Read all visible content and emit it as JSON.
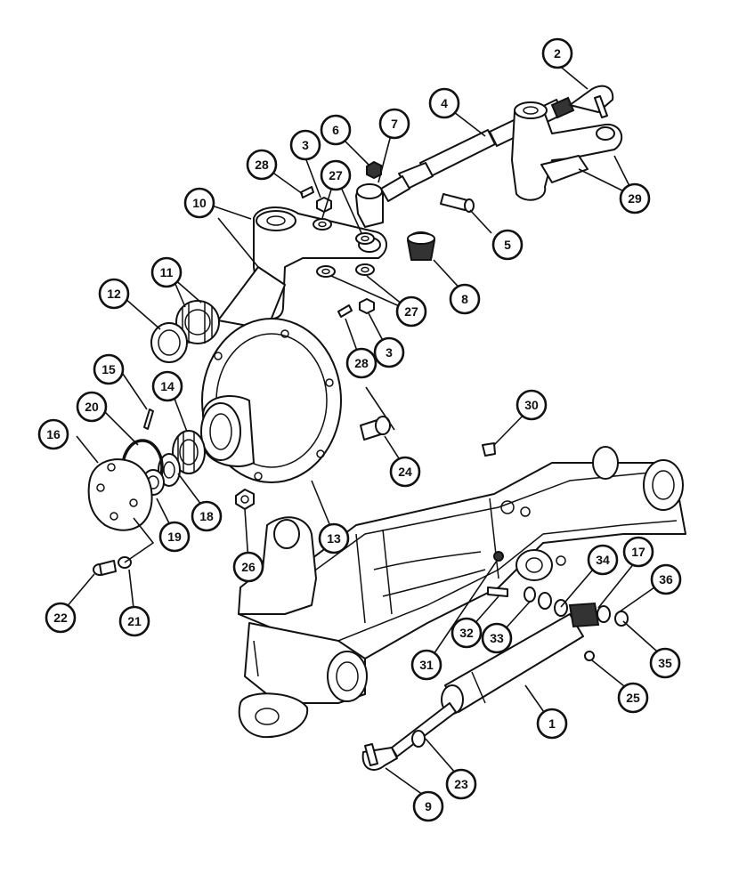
{
  "callouts": [
    {
      "id": "c1",
      "label": "1"
    },
    {
      "id": "c2",
      "label": "2"
    },
    {
      "id": "c3a",
      "label": "3"
    },
    {
      "id": "c3b",
      "label": "3"
    },
    {
      "id": "c4",
      "label": "4"
    },
    {
      "id": "c5",
      "label": "5"
    },
    {
      "id": "c6",
      "label": "6"
    },
    {
      "id": "c7",
      "label": "7"
    },
    {
      "id": "c8",
      "label": "8"
    },
    {
      "id": "c9",
      "label": "9"
    },
    {
      "id": "c10",
      "label": "10"
    },
    {
      "id": "c11",
      "label": "11"
    },
    {
      "id": "c12",
      "label": "12"
    },
    {
      "id": "c13",
      "label": "13"
    },
    {
      "id": "c14",
      "label": "14"
    },
    {
      "id": "c15",
      "label": "15"
    },
    {
      "id": "c16",
      "label": "16"
    },
    {
      "id": "c17",
      "label": "17"
    },
    {
      "id": "c18",
      "label": "18"
    },
    {
      "id": "c19",
      "label": "19"
    },
    {
      "id": "c20",
      "label": "20"
    },
    {
      "id": "c21",
      "label": "21"
    },
    {
      "id": "c22",
      "label": "22"
    },
    {
      "id": "c23",
      "label": "23"
    },
    {
      "id": "c24",
      "label": "24"
    },
    {
      "id": "c25",
      "label": "25"
    },
    {
      "id": "c26",
      "label": "26"
    },
    {
      "id": "c27a",
      "label": "27"
    },
    {
      "id": "c27b",
      "label": "27"
    },
    {
      "id": "c28a",
      "label": "28"
    },
    {
      "id": "c28b",
      "label": "28"
    },
    {
      "id": "c29",
      "label": "29"
    },
    {
      "id": "c30",
      "label": "30"
    },
    {
      "id": "c31",
      "label": "31"
    },
    {
      "id": "c32",
      "label": "32"
    },
    {
      "id": "c33",
      "label": "33"
    },
    {
      "id": "c34",
      "label": "34"
    },
    {
      "id": "c35",
      "label": "35"
    },
    {
      "id": "c36",
      "label": "36"
    }
  ]
}
